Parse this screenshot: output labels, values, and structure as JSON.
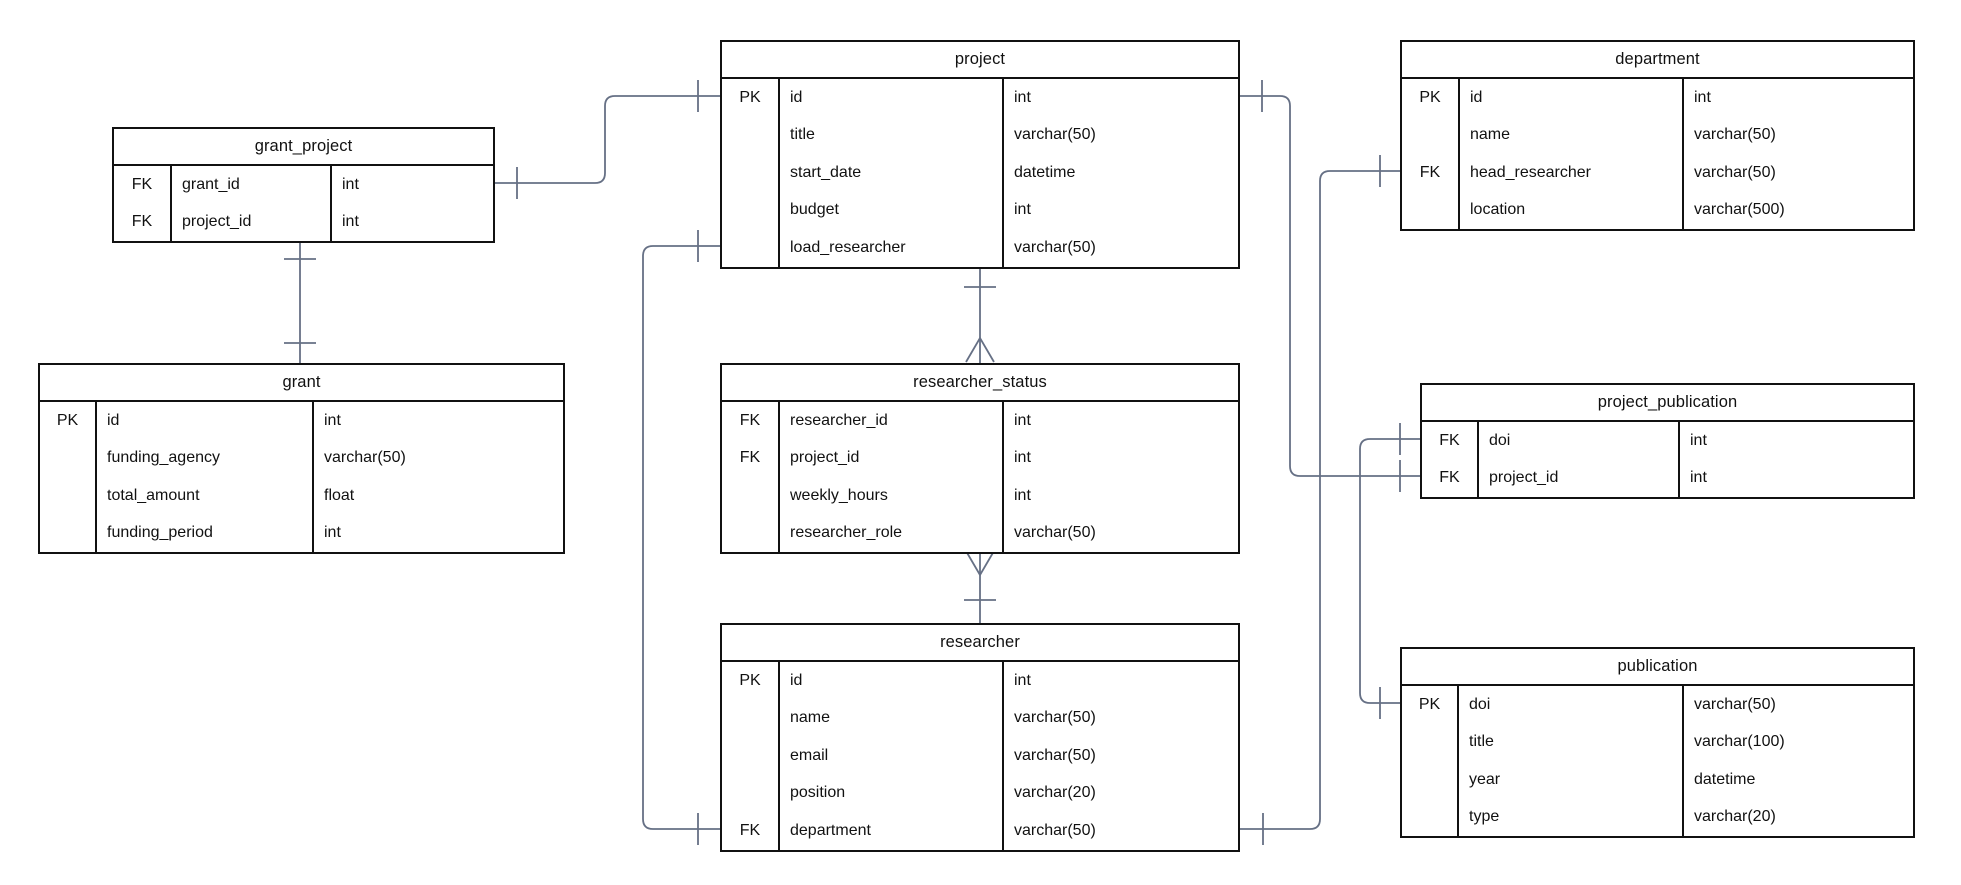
{
  "diagram": {
    "kind": "entity-relationship-diagram",
    "notation": "crows-foot",
    "colors": {
      "box_border": "#111111",
      "text": "#111111",
      "connector": "#667085",
      "background": "#ffffff"
    }
  },
  "tables": {
    "grant_project": {
      "title": "grant_project",
      "rows": [
        {
          "key": "FK",
          "name": "grant_id",
          "type": "int"
        },
        {
          "key": "FK",
          "name": "project_id",
          "type": "int"
        }
      ]
    },
    "project": {
      "title": "project",
      "rows": [
        {
          "key": "PK",
          "name": "id",
          "type": "int"
        },
        {
          "key": "",
          "name": "title",
          "type": "varchar(50)"
        },
        {
          "key": "",
          "name": "start_date",
          "type": "datetime"
        },
        {
          "key": "",
          "name": "budget",
          "type": "int"
        },
        {
          "key": "",
          "name": "load_researcher",
          "type": "varchar(50)"
        }
      ]
    },
    "department": {
      "title": "department",
      "rows": [
        {
          "key": "PK",
          "name": "id",
          "type": "int"
        },
        {
          "key": "",
          "name": "name",
          "type": "varchar(50)"
        },
        {
          "key": "FK",
          "name": "head_researcher",
          "type": "varchar(50)"
        },
        {
          "key": "",
          "name": "location",
          "type": "varchar(500)"
        }
      ]
    },
    "grant": {
      "title": "grant",
      "rows": [
        {
          "key": "PK",
          "name": "id",
          "type": "int"
        },
        {
          "key": "",
          "name": "funding_agency",
          "type": "varchar(50)"
        },
        {
          "key": "",
          "name": "total_amount",
          "type": "float"
        },
        {
          "key": "",
          "name": "funding_period",
          "type": "int"
        }
      ]
    },
    "researcher_status": {
      "title": "researcher_status",
      "rows": [
        {
          "key": "FK",
          "name": "researcher_id",
          "type": "int"
        },
        {
          "key": "FK",
          "name": "project_id",
          "type": "int"
        },
        {
          "key": "",
          "name": "weekly_hours",
          "type": "int"
        },
        {
          "key": "",
          "name": "researcher_role",
          "type": "varchar(50)"
        }
      ]
    },
    "project_publication": {
      "title": "project_publication",
      "rows": [
        {
          "key": "FK",
          "name": "doi",
          "type": "int"
        },
        {
          "key": "FK",
          "name": "project_id",
          "type": "int"
        }
      ]
    },
    "researcher": {
      "title": "researcher",
      "rows": [
        {
          "key": "PK",
          "name": "id",
          "type": "int"
        },
        {
          "key": "",
          "name": "name",
          "type": "varchar(50)"
        },
        {
          "key": "",
          "name": "email",
          "type": "varchar(50)"
        },
        {
          "key": "",
          "name": "position",
          "type": "varchar(20)"
        },
        {
          "key": "FK",
          "name": "department",
          "type": "varchar(50)"
        }
      ]
    },
    "publication": {
      "title": "publication",
      "rows": [
        {
          "key": "PK",
          "name": "doi",
          "type": "varchar(50)"
        },
        {
          "key": "",
          "name": "title",
          "type": "varchar(100)"
        },
        {
          "key": "",
          "name": "year",
          "type": "datetime"
        },
        {
          "key": "",
          "name": "type",
          "type": "varchar(20)"
        }
      ]
    }
  },
  "relationships": [
    {
      "from": "grant_project.grant_id",
      "to": "project.id",
      "from_end": "one",
      "to_end": "one"
    },
    {
      "from": "grant_project",
      "to": "grant",
      "from_end": "one",
      "to_end": "one"
    },
    {
      "from": "project",
      "to": "researcher_status",
      "from_end": "one",
      "to_end": "many"
    },
    {
      "from": "researcher_status",
      "to": "researcher",
      "from_end": "many",
      "to_end": "one"
    },
    {
      "from": "project.id",
      "to": "project_publication.project_id",
      "from_end": "one",
      "to_end": "one"
    },
    {
      "from": "publication.doi",
      "to": "project_publication.doi",
      "from_end": "one",
      "to_end": "one"
    },
    {
      "from": "department.head_researcher",
      "to": "researcher.department",
      "from_end": "one",
      "to_end": "one"
    },
    {
      "from": "project.load_researcher",
      "to": "researcher.department",
      "from_end": "one",
      "to_end": "one"
    }
  ]
}
